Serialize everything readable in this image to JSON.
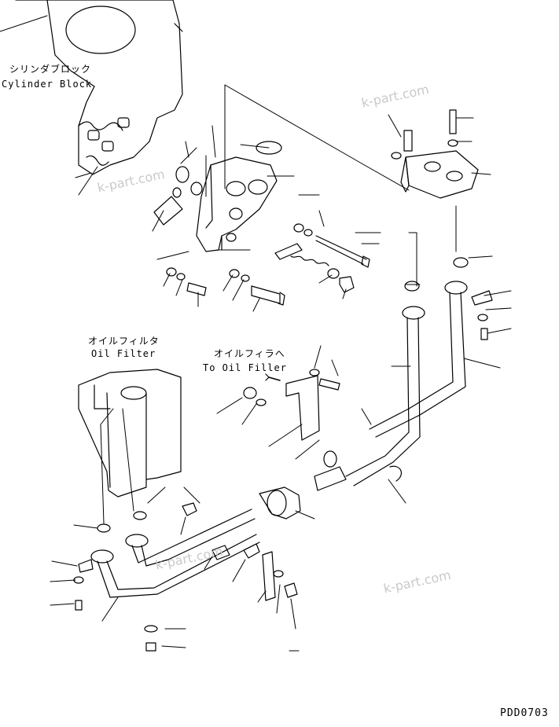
{
  "labels": {
    "cylinder_block_jp": "シリンダブロック",
    "cylinder_block_en": "Cylinder Block",
    "oil_filter_jp": "オイルフィルタ",
    "oil_filter_en": "Oil Filter",
    "to_oil_filler_jp": "オイルフィラへ",
    "to_oil_filler_en": "To Oil Filler"
  },
  "watermarks": [
    "k-part.com",
    "k-part.com",
    "k-part.com",
    "k-part.com"
  ],
  "drawing_code": "PDD0703",
  "colors": {
    "line": "#000000",
    "watermark": "#c9c9c9",
    "background": "#ffffff"
  }
}
